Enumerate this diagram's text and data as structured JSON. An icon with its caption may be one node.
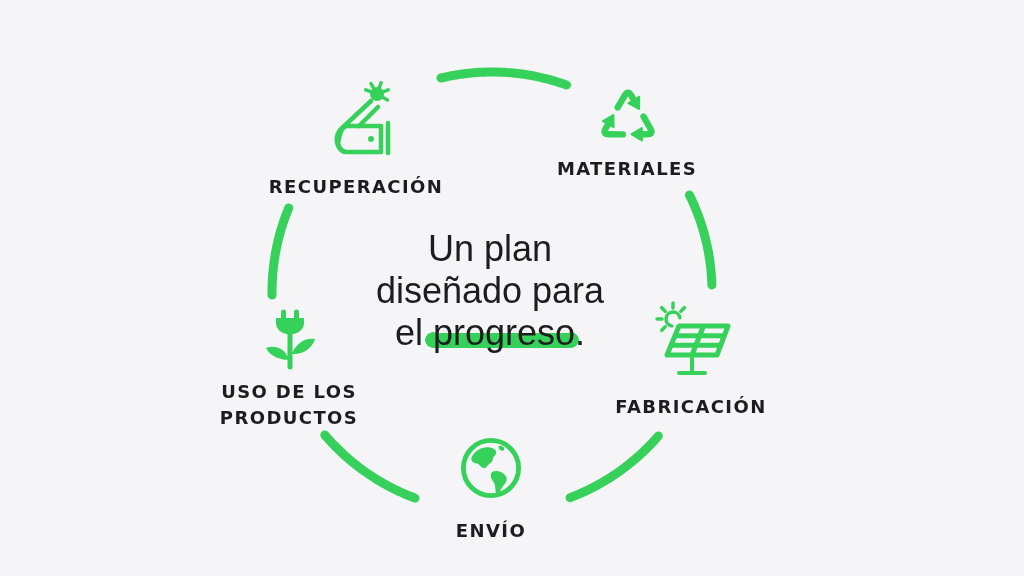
{
  "diagram": {
    "title": "Un plan diseñado para el progreso.",
    "nodes": [
      {
        "text": [
          "MATERIALES"
        ]
      },
      {
        "text": [
          "FABRICACIÓN"
        ]
      },
      {
        "text": [
          "ENVÍO"
        ]
      },
      {
        "text": [
          "USO DE LOS PRODUCTOS"
        ]
      },
      {
        "text": [
          "RECUPERACIÓN"
        ]
      }
    ],
    "edges": [
      {
        "from": 0,
        "to": 1,
        "arrow": "none"
      },
      {
        "from": 1,
        "to": 2,
        "arrow": "none"
      },
      {
        "from": 2,
        "to": 3,
        "arrow": "none"
      },
      {
        "from": 3,
        "to": 4,
        "arrow": "none"
      },
      {
        "from": 4,
        "to": 0,
        "arrow": "none"
      }
    ]
  }
}
